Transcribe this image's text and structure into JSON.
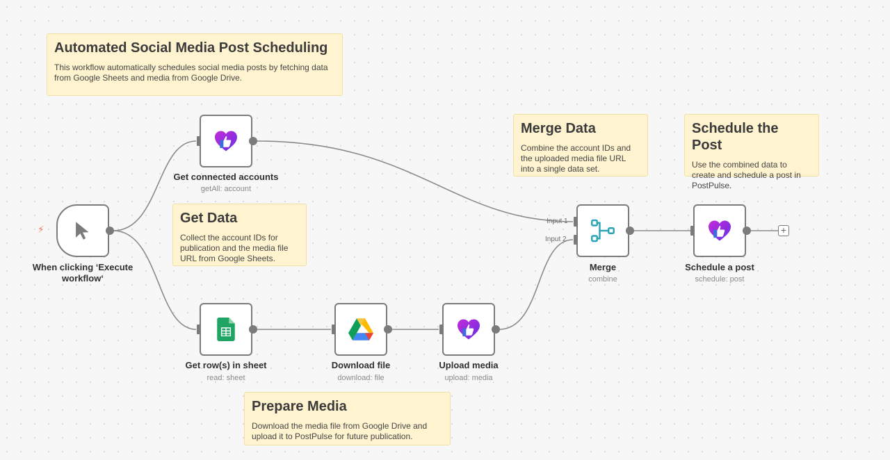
{
  "colors": {
    "sticky_bg": "#fff4cf",
    "node_border": "#7b7b7b",
    "trigger_accent": "#f07a5c",
    "merge_accent": "#2aa3b5",
    "sheets_green": "#1fa463",
    "postpulse_purple": "#8a2be2"
  },
  "stickies": {
    "main": {
      "title": "Automated Social Media Post Scheduling",
      "body": "This workflow automatically schedules social media posts by fetching data from Google Sheets and media from Google Drive."
    },
    "get_data": {
      "title": "Get Data",
      "body": "Collect the account IDs for publication and the media file URL from Google Sheets."
    },
    "merge_data": {
      "title": "Merge Data",
      "body": "Combine the account IDs and the uploaded media file URL into a single data set."
    },
    "schedule": {
      "title": "Schedule the Post",
      "body": "Use the combined data to create and schedule a post in PostPulse."
    },
    "prepare_media": {
      "title": "Prepare Media",
      "body": "Download the media file from Google Drive and upload it to PostPulse for future publication."
    }
  },
  "nodes": {
    "trigger": {
      "title": "When clicking ‘Execute workflow‘",
      "icon": "cursor-icon"
    },
    "get_accounts": {
      "title": "Get connected accounts",
      "subtitle": "getAll: account",
      "icon": "postpulse-icon"
    },
    "get_rows": {
      "title": "Get row(s) in sheet",
      "subtitle": "read: sheet",
      "icon": "google-sheets-icon"
    },
    "download": {
      "title": "Download file",
      "subtitle": "download: file",
      "icon": "google-drive-icon"
    },
    "upload": {
      "title": "Upload media",
      "subtitle": "upload: media",
      "icon": "postpulse-icon"
    },
    "merge": {
      "title": "Merge",
      "subtitle": "combine",
      "icon": "merge-icon",
      "input1": "Input 1",
      "input2": "Input 2"
    },
    "schedule": {
      "title": "Schedule a post",
      "subtitle": "schedule: post",
      "icon": "postpulse-icon"
    }
  },
  "add_button": "+"
}
